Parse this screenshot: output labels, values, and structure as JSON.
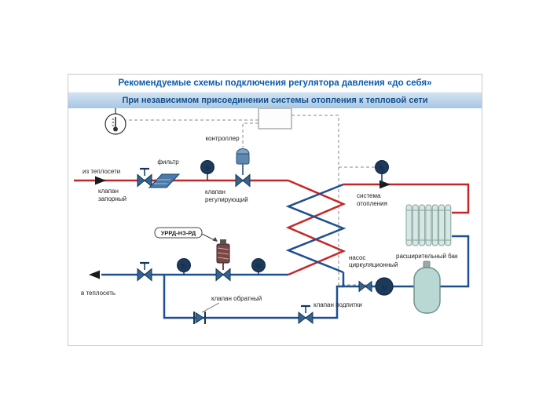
{
  "titles": {
    "main": "Рекомендуемые схемы подключения  регулятора давления «до себя»",
    "sub": "При независимом присоединении системы отопления к тепловой сети"
  },
  "labels": {
    "controller": "контроллер",
    "from_network": "из теплосети",
    "filter": "фильтр",
    "shutoff_valve": [
      "клапан",
      "запорный"
    ],
    "control_valve": [
      "клапан",
      "регулирующий"
    ],
    "heating_system": [
      "система",
      "отопления"
    ],
    "regulator": "УРРД-НЗ-РД",
    "to_network": "в теплосеть",
    "check_valve": "клапан обратный",
    "makeup_valve": "клапан подпитки",
    "pump": [
      "насос",
      "циркуляционный"
    ],
    "expansion_tank": "расширительный бак"
  },
  "icons": {
    "gauge_glyph": "↻",
    "pump_glyph": "↻",
    "thermometer": "thermometer-icon"
  },
  "colors": {
    "supply_line": "#c52727",
    "return_line": "#1d4f91",
    "valve_fill": "#35648f",
    "title_text": "#0b5bad",
    "subtitle_bg": "#aecbe3"
  }
}
